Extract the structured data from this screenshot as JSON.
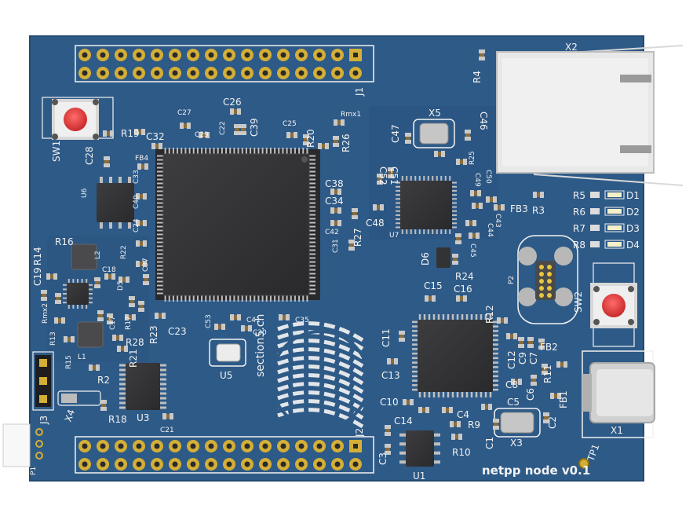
{
  "board": {
    "brand_text": "section5.ch",
    "version_text": "netpp node v0.1",
    "colors": {
      "board": "#2e5a87",
      "board_edge": "#264d75",
      "copper_pad": "#c9a227",
      "pad_ring": "#d4af37",
      "chip": "#333336",
      "silkscreen": "#f2f2f2",
      "button_cap": "#e03a3a",
      "rj45_housing": "#e8e8e8",
      "usb_shell": "#d0d0d0"
    }
  },
  "labels": {
    "J1": "J1",
    "J2": "J2",
    "J3": "J3",
    "X1": "X1",
    "X2": "X2",
    "X3": "X3",
    "X4": "X4",
    "X5": "X5",
    "SW1": "SW1",
    "SW2": "SW2",
    "U1": "U1",
    "U3": "U3",
    "U5": "U5",
    "U6": "U6",
    "U7": "U7",
    "L1": "L1",
    "L2": "L2",
    "P1": "P1",
    "P2": "P2",
    "TP1": "TP1",
    "FB1": "FB1",
    "FB2": "FB2",
    "FB3": "FB3",
    "FB4": "FB4",
    "D1": "D1",
    "D2": "D2",
    "D3": "D3",
    "D4": "D4",
    "D5": "D5",
    "D6": "D6",
    "R2": "R2",
    "R3": "R3",
    "R4": "R4",
    "R5": "R5",
    "R6": "R6",
    "R7": "R7",
    "R8": "R8",
    "R9": "R9",
    "R10": "R10",
    "R11": "R11",
    "R12": "R12",
    "R13": "R13",
    "R14": "R14",
    "R15": "R15",
    "R16": "R16",
    "R17": "R17",
    "R18": "R18",
    "R19": "R19",
    "R20": "R20",
    "R21": "R21",
    "R22": "R22",
    "R23": "R23",
    "R24": "R24",
    "R25": "R25",
    "R26": "R26",
    "R27": "R27",
    "R28": "R28",
    "C1": "C1",
    "C2": "C2",
    "C3": "C3",
    "C4": "C4",
    "C5": "C5",
    "C6": "C6",
    "C7": "C7",
    "C8": "C8",
    "C9": "C9",
    "C10": "C10",
    "C11": "C11",
    "C12": "C12",
    "C13": "C13",
    "C14": "C14",
    "C15": "C15",
    "C16": "C16",
    "C17": "C17",
    "C18": "C18",
    "C19": "C19",
    "C21": "C21",
    "C22": "C22",
    "C23": "C23",
    "C24": "C24",
    "C26": "C26",
    "C27": "C27",
    "C28": "C28",
    "C29": "C29",
    "C30": "C30",
    "C31": "C31",
    "C32": "C32",
    "C33": "C33",
    "C34": "C34",
    "C35": "C35",
    "C37": "C37",
    "C38": "C38",
    "C39": "C39",
    "C40": "C40",
    "C41": "C41",
    "C42": "C42",
    "C43": "C43",
    "C44": "C44",
    "C45": "C45",
    "C46": "C46",
    "C47": "C47",
    "C48": "C48",
    "C49": "C49",
    "C50": "C50",
    "C51": "C51",
    "C52": "C52",
    "C53": "C53",
    "C25": "C25",
    "Rmx1": "Rmx1",
    "Rmx2": "Rmx2"
  }
}
